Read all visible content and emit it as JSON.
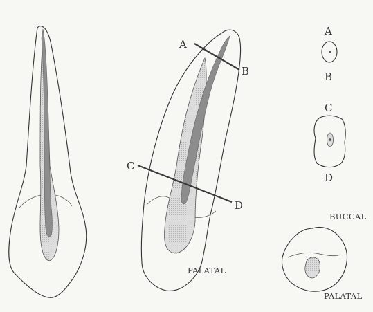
{
  "labels": {
    "line_ab_start": "A",
    "line_ab_end": "B",
    "line_cd_start": "C",
    "line_cd_end": "D",
    "section_ab_top": "A",
    "section_ab_bottom": "B",
    "section_cd_top": "C",
    "section_cd_bottom": "D",
    "palatal_side_view": "PALATAL",
    "buccal_cross_section": "BUCCAL",
    "palatal_cross_section": "PALATAL"
  },
  "colors": {
    "outline": "#333333",
    "pulp_fill": "#d8d8d8",
    "canal_fill": "#8d8d8d",
    "background": "#f7f7f4"
  }
}
